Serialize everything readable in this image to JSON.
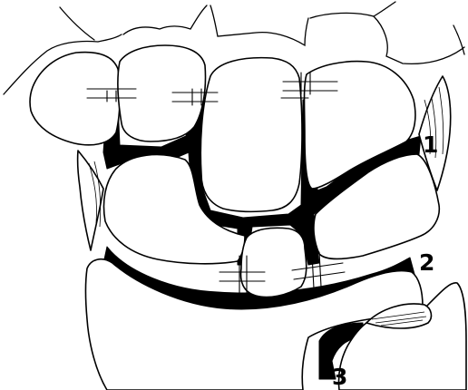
{
  "labels": {
    "joint_1": "1",
    "joint_2": "2",
    "joint_3": "3"
  },
  "colors": {
    "ink": "#000000",
    "paper": "#ffffff"
  }
}
